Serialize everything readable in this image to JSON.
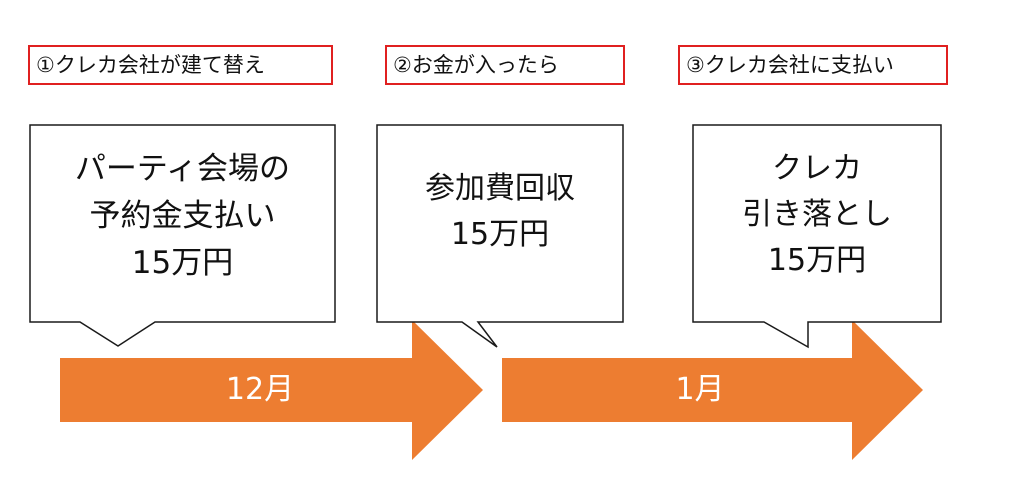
{
  "steps": [
    {
      "label": "①クレカ会社が建て替え",
      "lines": [
        "パーティ会場の",
        "予約金支払い",
        "15万円"
      ]
    },
    {
      "label": "②お金が入ったら",
      "lines": [
        "参加費回収",
        "15万円"
      ]
    },
    {
      "label": "③クレカ会社に支払い",
      "lines": [
        "クレカ",
        "引き落とし",
        "15万円"
      ]
    }
  ],
  "months": [
    "12月",
    "1月"
  ],
  "colors": {
    "arrow": "#ED7D31",
    "label_border": "#E02020",
    "callout_border": "#1A1A1A"
  }
}
